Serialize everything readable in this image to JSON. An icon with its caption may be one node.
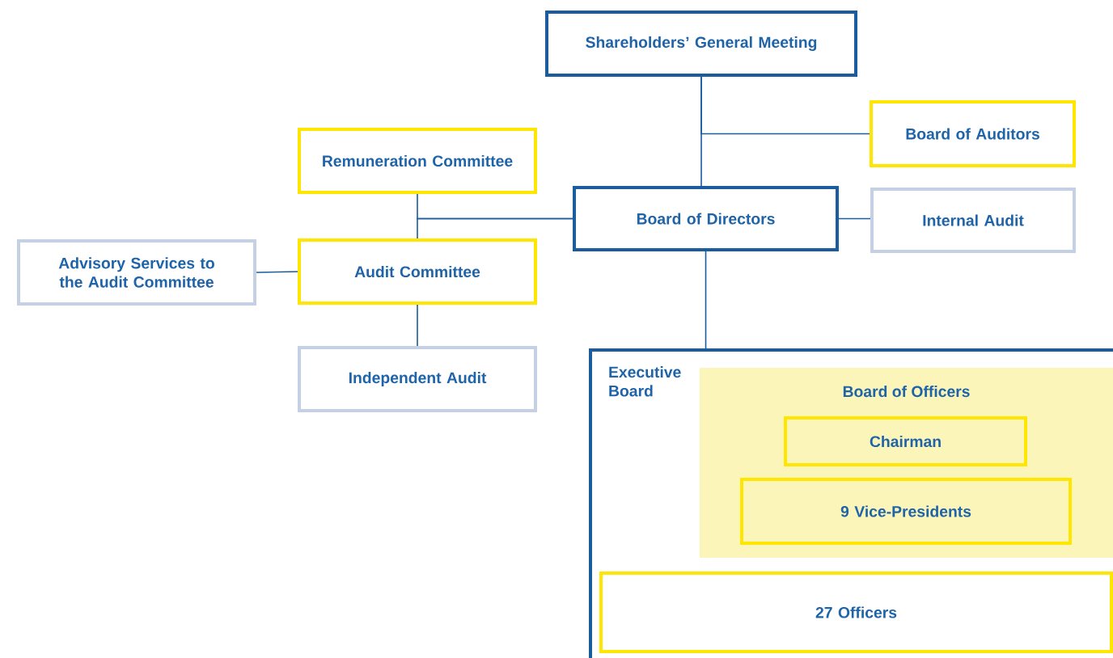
{
  "diagram": {
    "nodes": [
      {
        "text": [
          "Shareholders’ General Meeting"
        ]
      },
      {
        "text": [
          "Board of Auditors"
        ]
      },
      {
        "text": [
          "Remuneration Committee"
        ]
      },
      {
        "text": [
          "Board of Directors"
        ]
      },
      {
        "text": [
          "Internal Audit"
        ]
      },
      {
        "text": [
          "Advisory Services to the Audit Committee"
        ]
      },
      {
        "text": [
          "Audit Committee"
        ]
      },
      {
        "text": [
          "Independent Audit"
        ]
      },
      {
        "text": [
          "Executive Board"
        ]
      },
      {
        "text": [
          "Board of Officers"
        ],
        "in": 8
      },
      {
        "text": [
          "Chairman"
        ],
        "in": 9
      },
      {
        "text": [
          "9 Vice-Presidents"
        ],
        "in": 9
      },
      {
        "text": [
          "27 Officers"
        ],
        "in": 8
      }
    ],
    "edges": [
      {
        "from": 0,
        "to": 3,
        "arrow": "none"
      },
      {
        "from": 0,
        "to": 1,
        "arrow": "none"
      },
      {
        "from": 3,
        "to": 2,
        "arrow": "none"
      },
      {
        "from": 3,
        "to": 6,
        "arrow": "none"
      },
      {
        "from": 3,
        "to": 4,
        "arrow": "none"
      },
      {
        "from": 6,
        "to": 5,
        "arrow": "none"
      },
      {
        "from": 6,
        "to": 7,
        "arrow": "none"
      },
      {
        "from": 3,
        "to": 8,
        "arrow": "none"
      }
    ]
  }
}
